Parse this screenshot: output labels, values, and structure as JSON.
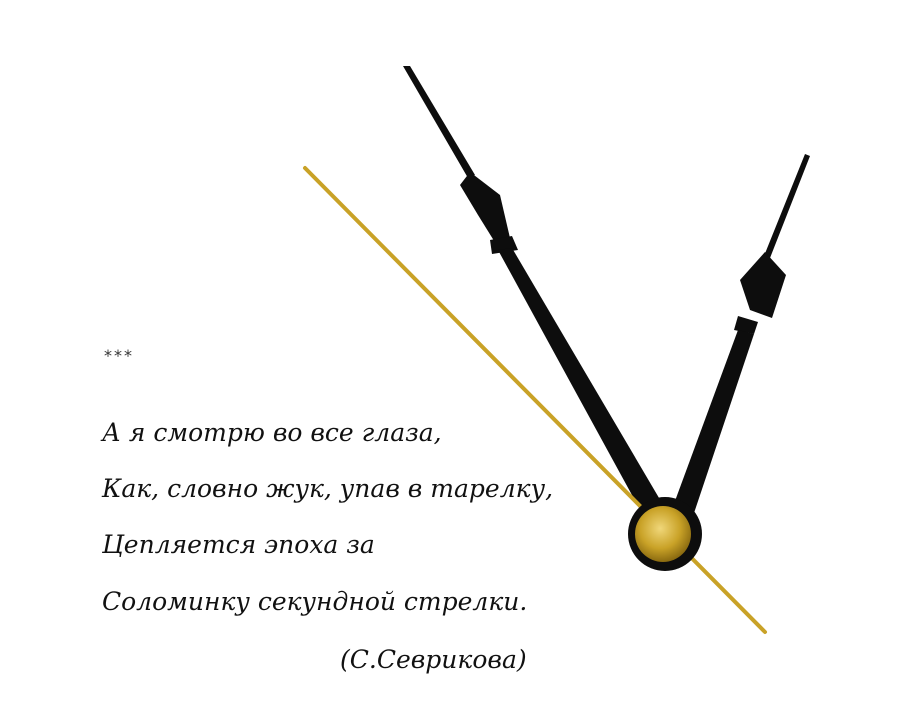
{
  "poem": {
    "separator": "***",
    "lines": [
      "А я смотрю во все глаза,",
      "Как, словно жук, упав в тарелку,",
      "Цепляется эпоха за",
      "Соломинку секундной стрелки."
    ],
    "author": "(С.Севрикова)"
  },
  "colors": {
    "hands": "#0d0d0d",
    "gold": "#c9a227",
    "background": "#ffffff"
  }
}
